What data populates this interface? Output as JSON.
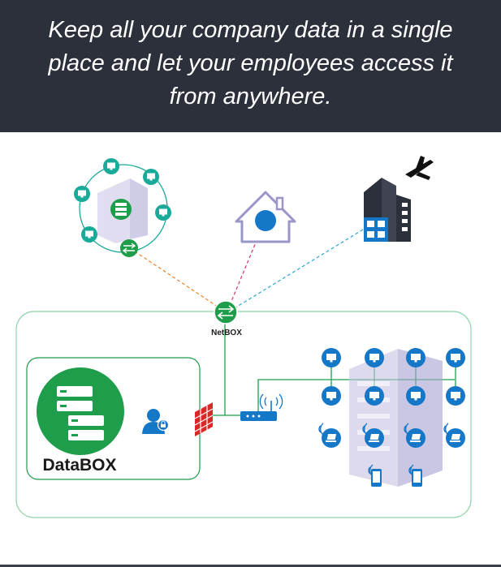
{
  "banner": {
    "text": "Keep all your company data in a single place and let your employees access it from anywhere."
  },
  "labels": {
    "netbox": "NetBOX",
    "databox": "DataBOX"
  },
  "colors": {
    "banner_bg": "#2b303b",
    "green": "#1e9e4a",
    "teal": "#1aaa99",
    "blue": "#1577c8",
    "building_purple": "#9b96c9",
    "firewall_red": "#d42a2a",
    "orange_link": "#e8842a",
    "pink_link": "#d6336c",
    "cyan_link": "#2aa7d6"
  },
  "icons": [
    "cloud-network-icon",
    "home-icon",
    "office-building-icon",
    "airplane-icon",
    "netbox-router-icon",
    "database-server-icon",
    "user-lock-icon",
    "firewall-icon",
    "network-switch-icon",
    "wifi-icon",
    "workstation-icon",
    "mobile-device-icon"
  ]
}
